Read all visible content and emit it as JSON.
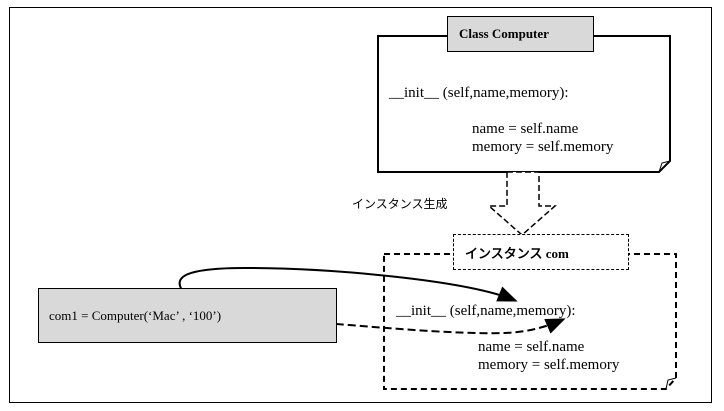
{
  "class_box": {
    "title": "Class Computer",
    "init_signature": "__init__ (self,name,memory):",
    "line1": "name = self.name",
    "line2": "memory = self.memory"
  },
  "arrow_label": "インスタンス生成",
  "instance_box": {
    "title": "インスタンス com",
    "init_signature": "__init__ (self,name,memory):",
    "line1": "name = self.name",
    "line2": "memory = self.memory"
  },
  "call": {
    "code": "com1 = Computer(‘Mac’ , ‘100’)"
  }
}
